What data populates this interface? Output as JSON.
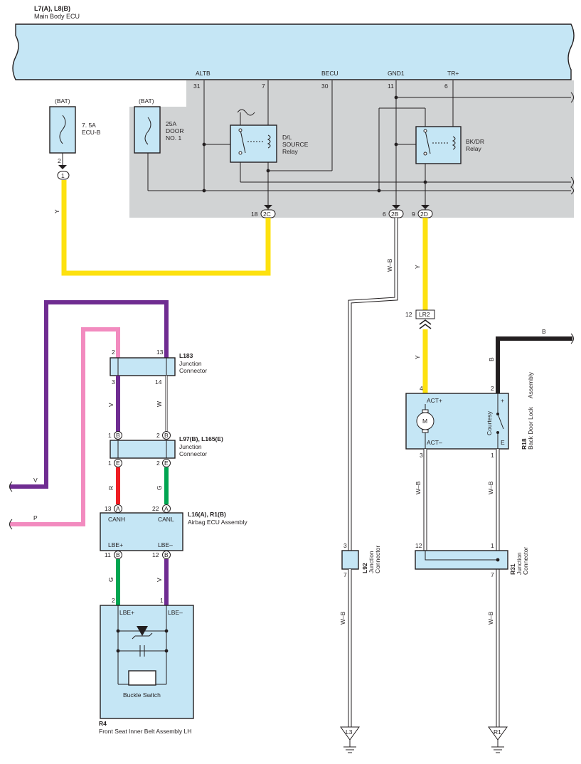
{
  "ecu": {
    "code": "L7(A), L8(B)",
    "name": "Main Body ECU",
    "terminals": [
      {
        "name": "ALTB",
        "pin": "31"
      },
      {
        "name": "",
        "pin": "7"
      },
      {
        "name": "BECU",
        "pin": "30"
      },
      {
        "name": "GND1",
        "pin": "11"
      },
      {
        "name": "TR+",
        "pin": "6"
      }
    ],
    "connectors": [
      {
        "pin": "18",
        "id": "2C"
      },
      {
        "pin": "6",
        "id": "2B"
      },
      {
        "pin": "9",
        "id": "2D"
      }
    ]
  },
  "fuses": {
    "ecub": {
      "source": "(BAT)",
      "rating": "7. 5A",
      "name": "ECU-B",
      "pin": "2",
      "conn": "1"
    },
    "door": {
      "source": "(BAT)",
      "rating": "25A",
      "name1": "DOOR",
      "name2": "NO. 1"
    }
  },
  "relays": {
    "dl": {
      "l1": "D/L",
      "l2": "SOURCE",
      "l3": "Relay"
    },
    "bkdr": {
      "l1": "BK/DR",
      "l2": "Relay"
    }
  },
  "wires": {
    "Y": "Y",
    "WB": "W–B",
    "B": "B",
    "V": "V",
    "P": "P",
    "W": "W",
    "R": "R",
    "G": "G"
  },
  "lr2": {
    "pin": "12",
    "id": "LR2"
  },
  "backdoor": {
    "code": "R18",
    "name1": "Back Door Lock",
    "name2": "Assembly",
    "pins": {
      "act_plus": "4",
      "courtesy_plus": "2",
      "act_minus": "3",
      "e": "1"
    },
    "labels": {
      "act_plus": "ACT+",
      "act_minus": "ACT–",
      "plus": "+",
      "e": "E",
      "courtesy": "Courtesy",
      "motor": "M"
    }
  },
  "l183": {
    "code": "L183",
    "name1": "Junction",
    "name2": "Connector",
    "pins": [
      "2",
      "13",
      "3",
      "14"
    ]
  },
  "l97": {
    "code": "L97(B), L165(E)",
    "name1": "Junction",
    "name2": "Connector",
    "pins": [
      "1",
      "B",
      "2",
      "B",
      "1",
      "E",
      "2",
      "E"
    ]
  },
  "airbag": {
    "code": "L16(A), R1(B)",
    "name": "Airbag ECU Assembly",
    "pins": [
      "13",
      "A",
      "22",
      "A",
      "11",
      "B",
      "12",
      "B"
    ],
    "labels": [
      "CANH",
      "CANL",
      "LBE+",
      "LBE–"
    ]
  },
  "belt": {
    "code": "R4",
    "name": "Front Seat Inner Belt Assembly LH",
    "pins": [
      "2",
      "1"
    ],
    "labels": [
      "LBE+",
      "LBE–"
    ],
    "switch": "Buckle Switch"
  },
  "l92": {
    "code": "L92",
    "name1": "Junction",
    "name2": "Connector",
    "pins": [
      "3",
      "7"
    ]
  },
  "r31": {
    "code": "R31",
    "name1": "Junction",
    "name2": "Connector",
    "pins": [
      "12",
      "1",
      "7"
    ]
  },
  "grounds": {
    "l3": "L3",
    "r1": "R1"
  },
  "colors": {
    "ecu_fill": "#c5e6f5",
    "gray": "#d1d3d4",
    "yellow": "#fde10f",
    "purple": "#6f2c91",
    "pink": "#f28bbf",
    "red": "#ee1d23",
    "green": "#00a551",
    "black": "#231f20"
  }
}
